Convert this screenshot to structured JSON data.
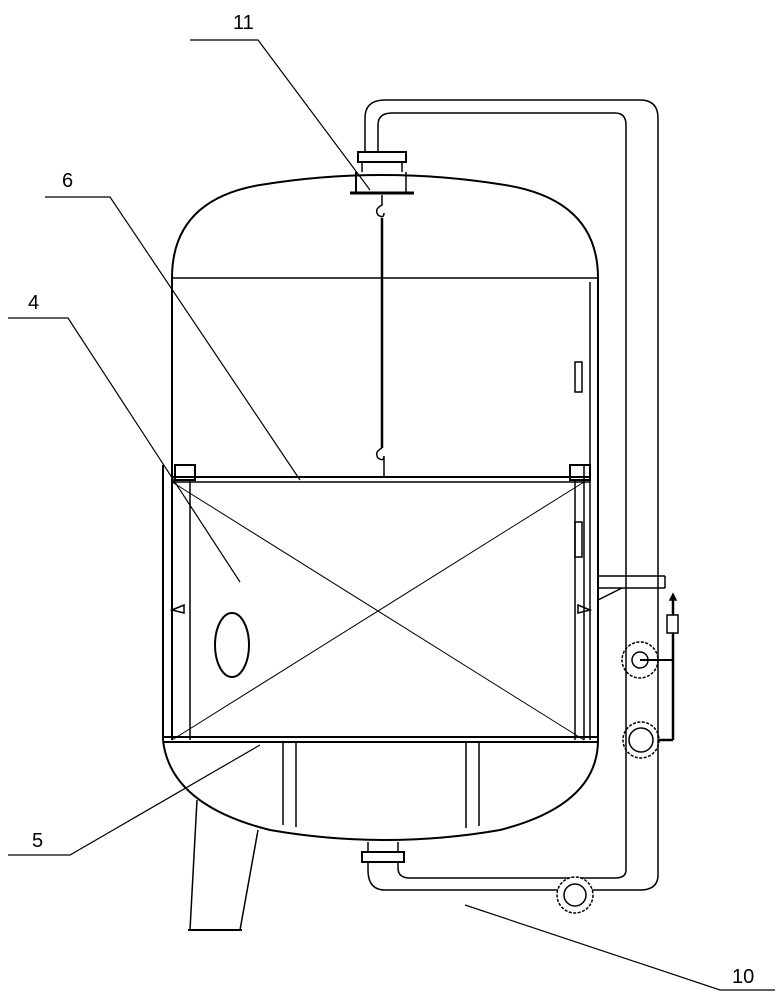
{
  "figure": {
    "labels": {
      "l11": "11",
      "l6": "6",
      "l4": "4",
      "l5": "5",
      "l10": "10"
    },
    "line_color": "#000000",
    "background": "#ffffff"
  }
}
